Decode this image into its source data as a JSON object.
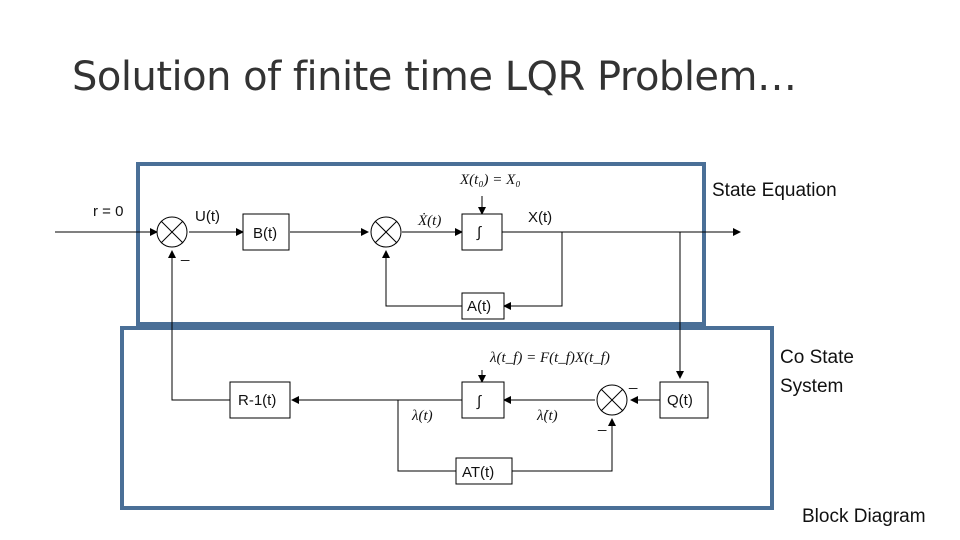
{
  "title": "Solution of finite time LQR Problem…",
  "state_eq": {
    "label": "State Equation",
    "initial_condition": "X(t₀) = X₀",
    "r_label": "r = 0",
    "u_label": "U(t)",
    "minus_sign": "_",
    "b_block": "B(t)",
    "xdot_label": "Ẋ(t)",
    "integrator": "∫",
    "x_label": "X(t)",
    "a_block": "A(t)"
  },
  "costate": {
    "label_line1": "Co State",
    "label_line2": "System",
    "final_condition": "λ(t_f) = F(t_f)X(t_f)",
    "rinv_block": "R-1(t)",
    "lambda_label": "λ(t)",
    "integrator": "∫",
    "lambdadot_label": "λ̇(t)",
    "minus_sign_top": "_",
    "minus_sign_bottom": "_",
    "q_block": "Q(t)",
    "at_block": "AT(t)"
  },
  "footer": "Block Diagram",
  "colors": {
    "frame": "#4a6f97",
    "wire": "#000000"
  }
}
